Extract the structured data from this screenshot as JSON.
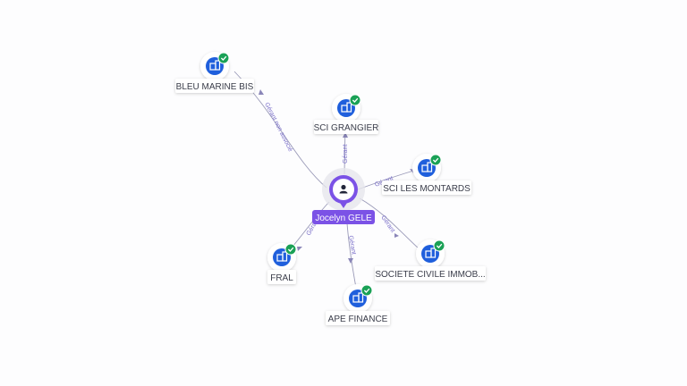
{
  "center": {
    "name": "Jocelyn GELE",
    "icon": "person-icon",
    "color": "#7b52e6"
  },
  "nodes": [
    {
      "id": "bleu-marine-bis",
      "label": "BLEU MARINE BIS",
      "edge_label": "Gérant non associé",
      "icon": "company-icon",
      "status": "verified"
    },
    {
      "id": "sci-grangier",
      "label": "SCI GRANGIER",
      "edge_label": "Gérant",
      "icon": "company-icon",
      "status": "verified"
    },
    {
      "id": "sci-les-montards",
      "label": "SCI LES MONTARDS",
      "edge_label": "Gérant",
      "icon": "company-icon",
      "status": "verified"
    },
    {
      "id": "societe-civile-immob",
      "label": "SOCIETE CIVILE IMMOB...",
      "edge_label": "Gérant",
      "icon": "company-icon",
      "status": "verified"
    },
    {
      "id": "ape-finance",
      "label": "APE FINANCE",
      "edge_label": "Gérant",
      "icon": "company-icon",
      "status": "verified"
    },
    {
      "id": "fral",
      "label": "FRAL",
      "edge_label": "Gérant",
      "icon": "company-icon",
      "status": "verified"
    }
  ],
  "colors": {
    "company": "#1f5fdc",
    "verified": "#1aa156",
    "edge": "#9a9ab8",
    "edge_label": "#7a6fc9"
  }
}
